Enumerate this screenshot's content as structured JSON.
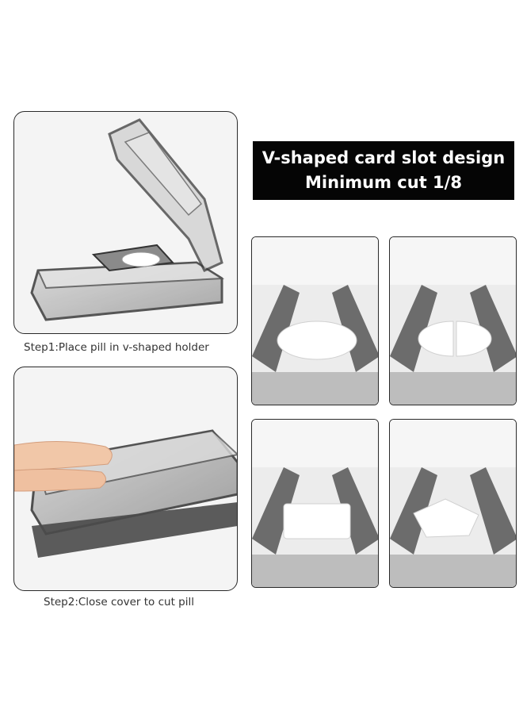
{
  "steps": [
    {
      "label": "Step1:Place pill in v-shaped holder"
    },
    {
      "label": "Step2:Close cover to cut pill"
    }
  ],
  "banner": {
    "line1": "V-shaped card slot design",
    "line2": "Minimum cut 1/8"
  },
  "cut_examples": [
    {
      "fraction": 1,
      "shape": "whole-pill-icon"
    },
    {
      "fraction": 0.5,
      "shape": "half-pill-icon"
    },
    {
      "fraction": 0.25,
      "shape": "quarter-pill-icon"
    },
    {
      "fraction": 0.125,
      "shape": "eighth-pill-icon"
    }
  ],
  "colors": {
    "banner_bg": "#050505",
    "banner_text": "#ffffff",
    "frame": "#2a2a2a",
    "plastic": "#6c6c6c"
  }
}
